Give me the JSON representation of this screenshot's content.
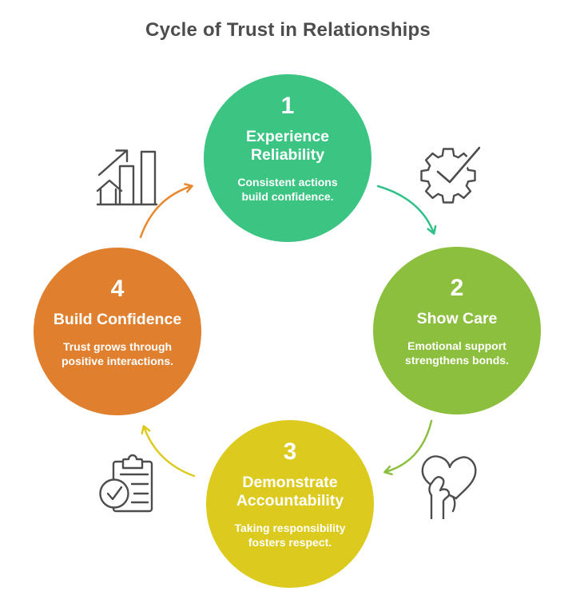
{
  "title": "Cycle of Trust in Relationships",
  "steps": [
    {
      "number": "1",
      "title": "Experience Reliability",
      "description": "Consistent actions build confidence.",
      "color": "#3cc483",
      "position": "top"
    },
    {
      "number": "2",
      "title": "Show Care",
      "description": "Emotional support strengthens bonds.",
      "color": "#8cbf3e",
      "position": "right"
    },
    {
      "number": "3",
      "title": "Demonstrate Accountability",
      "description": "Taking responsibility fosters respect.",
      "color": "#ddca1f",
      "position": "bottom"
    },
    {
      "number": "4",
      "title": "Build Confidence",
      "description": "Trust grows through positive interactions.",
      "color": "#e0802f",
      "position": "left"
    }
  ],
  "arrows": [
    {
      "from": "1",
      "to": "2",
      "color": "#2fc188"
    },
    {
      "from": "2",
      "to": "3",
      "color": "#8cbf3e"
    },
    {
      "from": "3",
      "to": "4",
      "color": "#ddca1f"
    },
    {
      "from": "4",
      "to": "1",
      "color": "#e8882f"
    }
  ],
  "icons": [
    {
      "name": "growth-chart-icon",
      "position": "top-left"
    },
    {
      "name": "gear-check-icon",
      "position": "top-right"
    },
    {
      "name": "hand-heart-icon",
      "position": "bottom-right"
    },
    {
      "name": "clipboard-check-icon",
      "position": "bottom-left"
    }
  ],
  "colors": {
    "title_text": "#4d4d4d",
    "icon_stroke": "#4d4d4d",
    "background": "#ffffff"
  }
}
